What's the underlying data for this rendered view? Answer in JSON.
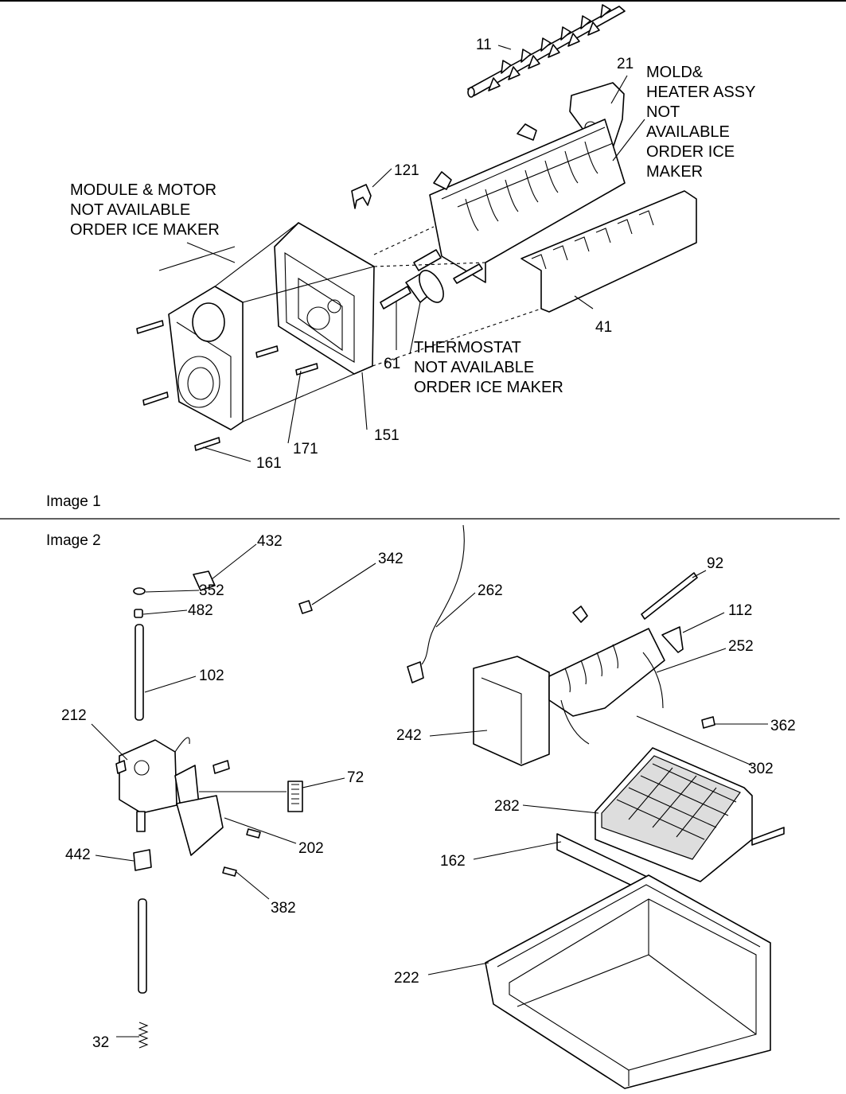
{
  "image1": {
    "caption": "Image 1",
    "labels": {
      "p11": "11",
      "p21": "21",
      "p121": "121",
      "p41": "41",
      "p61": "61",
      "p151": "151",
      "p161": "161",
      "p171": "171"
    },
    "notes": {
      "module": [
        "MODULE & MOTOR",
        "NOT AVAILABLE",
        "ORDER ICE MAKER"
      ],
      "mold": [
        "MOLD&",
        "HEATER ASSY",
        "NOT",
        "AVAILABLE",
        "ORDER ICE",
        "MAKER"
      ],
      "thermostat": [
        "THERMOSTAT",
        "NOT AVAILABLE",
        "ORDER ICE MAKER"
      ]
    }
  },
  "image2": {
    "caption": "Image 2",
    "labels": {
      "p432": "432",
      "p342": "342",
      "p352": "352",
      "p482": "482",
      "p102": "102",
      "p212": "212",
      "p72": "72",
      "p202": "202",
      "p442": "442",
      "p382": "382",
      "p32": "32",
      "p262": "262",
      "p92": "92",
      "p112": "112",
      "p252": "252",
      "p242": "242",
      "p362": "362",
      "p302": "302",
      "p282": "282",
      "p162": "162",
      "p222": "222"
    }
  }
}
